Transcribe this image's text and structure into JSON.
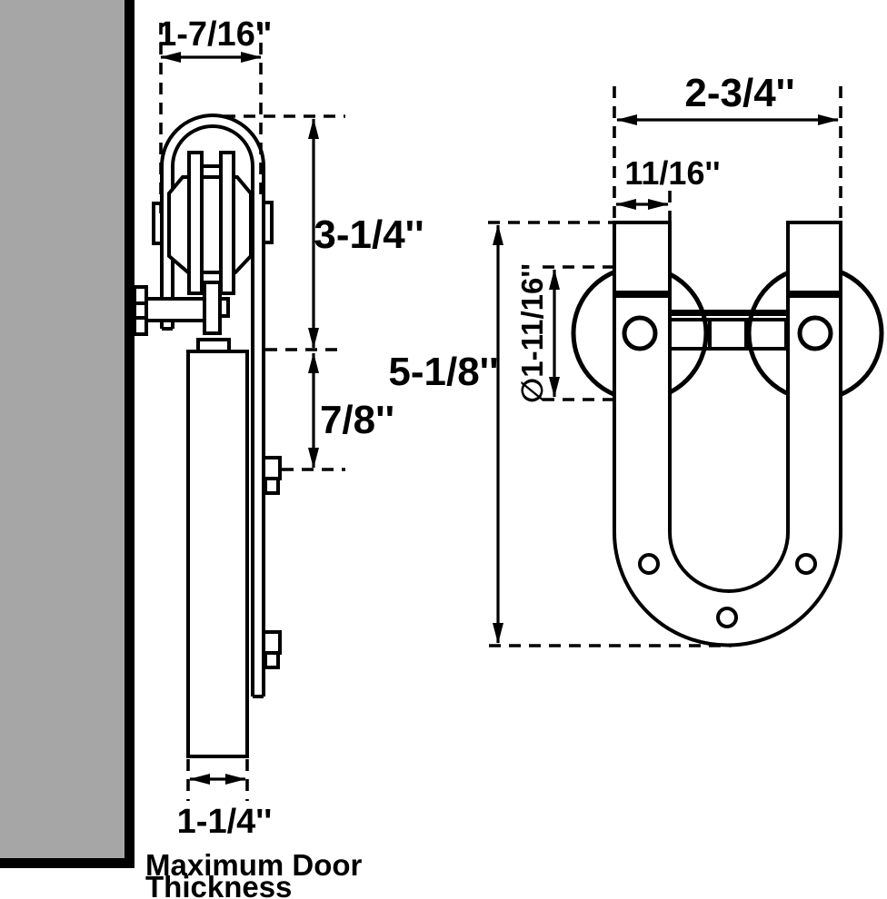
{
  "page": {
    "background_color": "#ffffff",
    "line_color": "#000000",
    "wall_color": "#a6a6a6"
  },
  "side_view": {
    "dim_hanger_width": "1-7/16''",
    "dim_top_to_door": "3-1/4''",
    "dim_strap_drop": "7/8''",
    "dim_door_thickness": "1-1/4''",
    "note_line1": "Maximum Door",
    "note_line2": "Thickness"
  },
  "front_view": {
    "dim_overall_width": "2-3/4''",
    "dim_arm_width": "11/16''",
    "dim_overall_height": "5-1/8''",
    "dim_wheel_diameter": "∅1-11/16''"
  }
}
